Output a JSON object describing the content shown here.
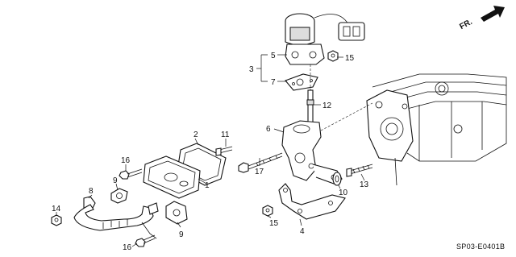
{
  "diagram": {
    "direction_label": "FR.",
    "part_code": "SP03-E0401B",
    "callouts": [
      "1",
      "2",
      "3",
      "4",
      "5",
      "6",
      "7",
      "8",
      "9",
      "9",
      "10",
      "11",
      "12",
      "13",
      "14",
      "15",
      "15",
      "16",
      "16",
      "17"
    ]
  },
  "icons": {
    "direction": "arrow-icon"
  }
}
